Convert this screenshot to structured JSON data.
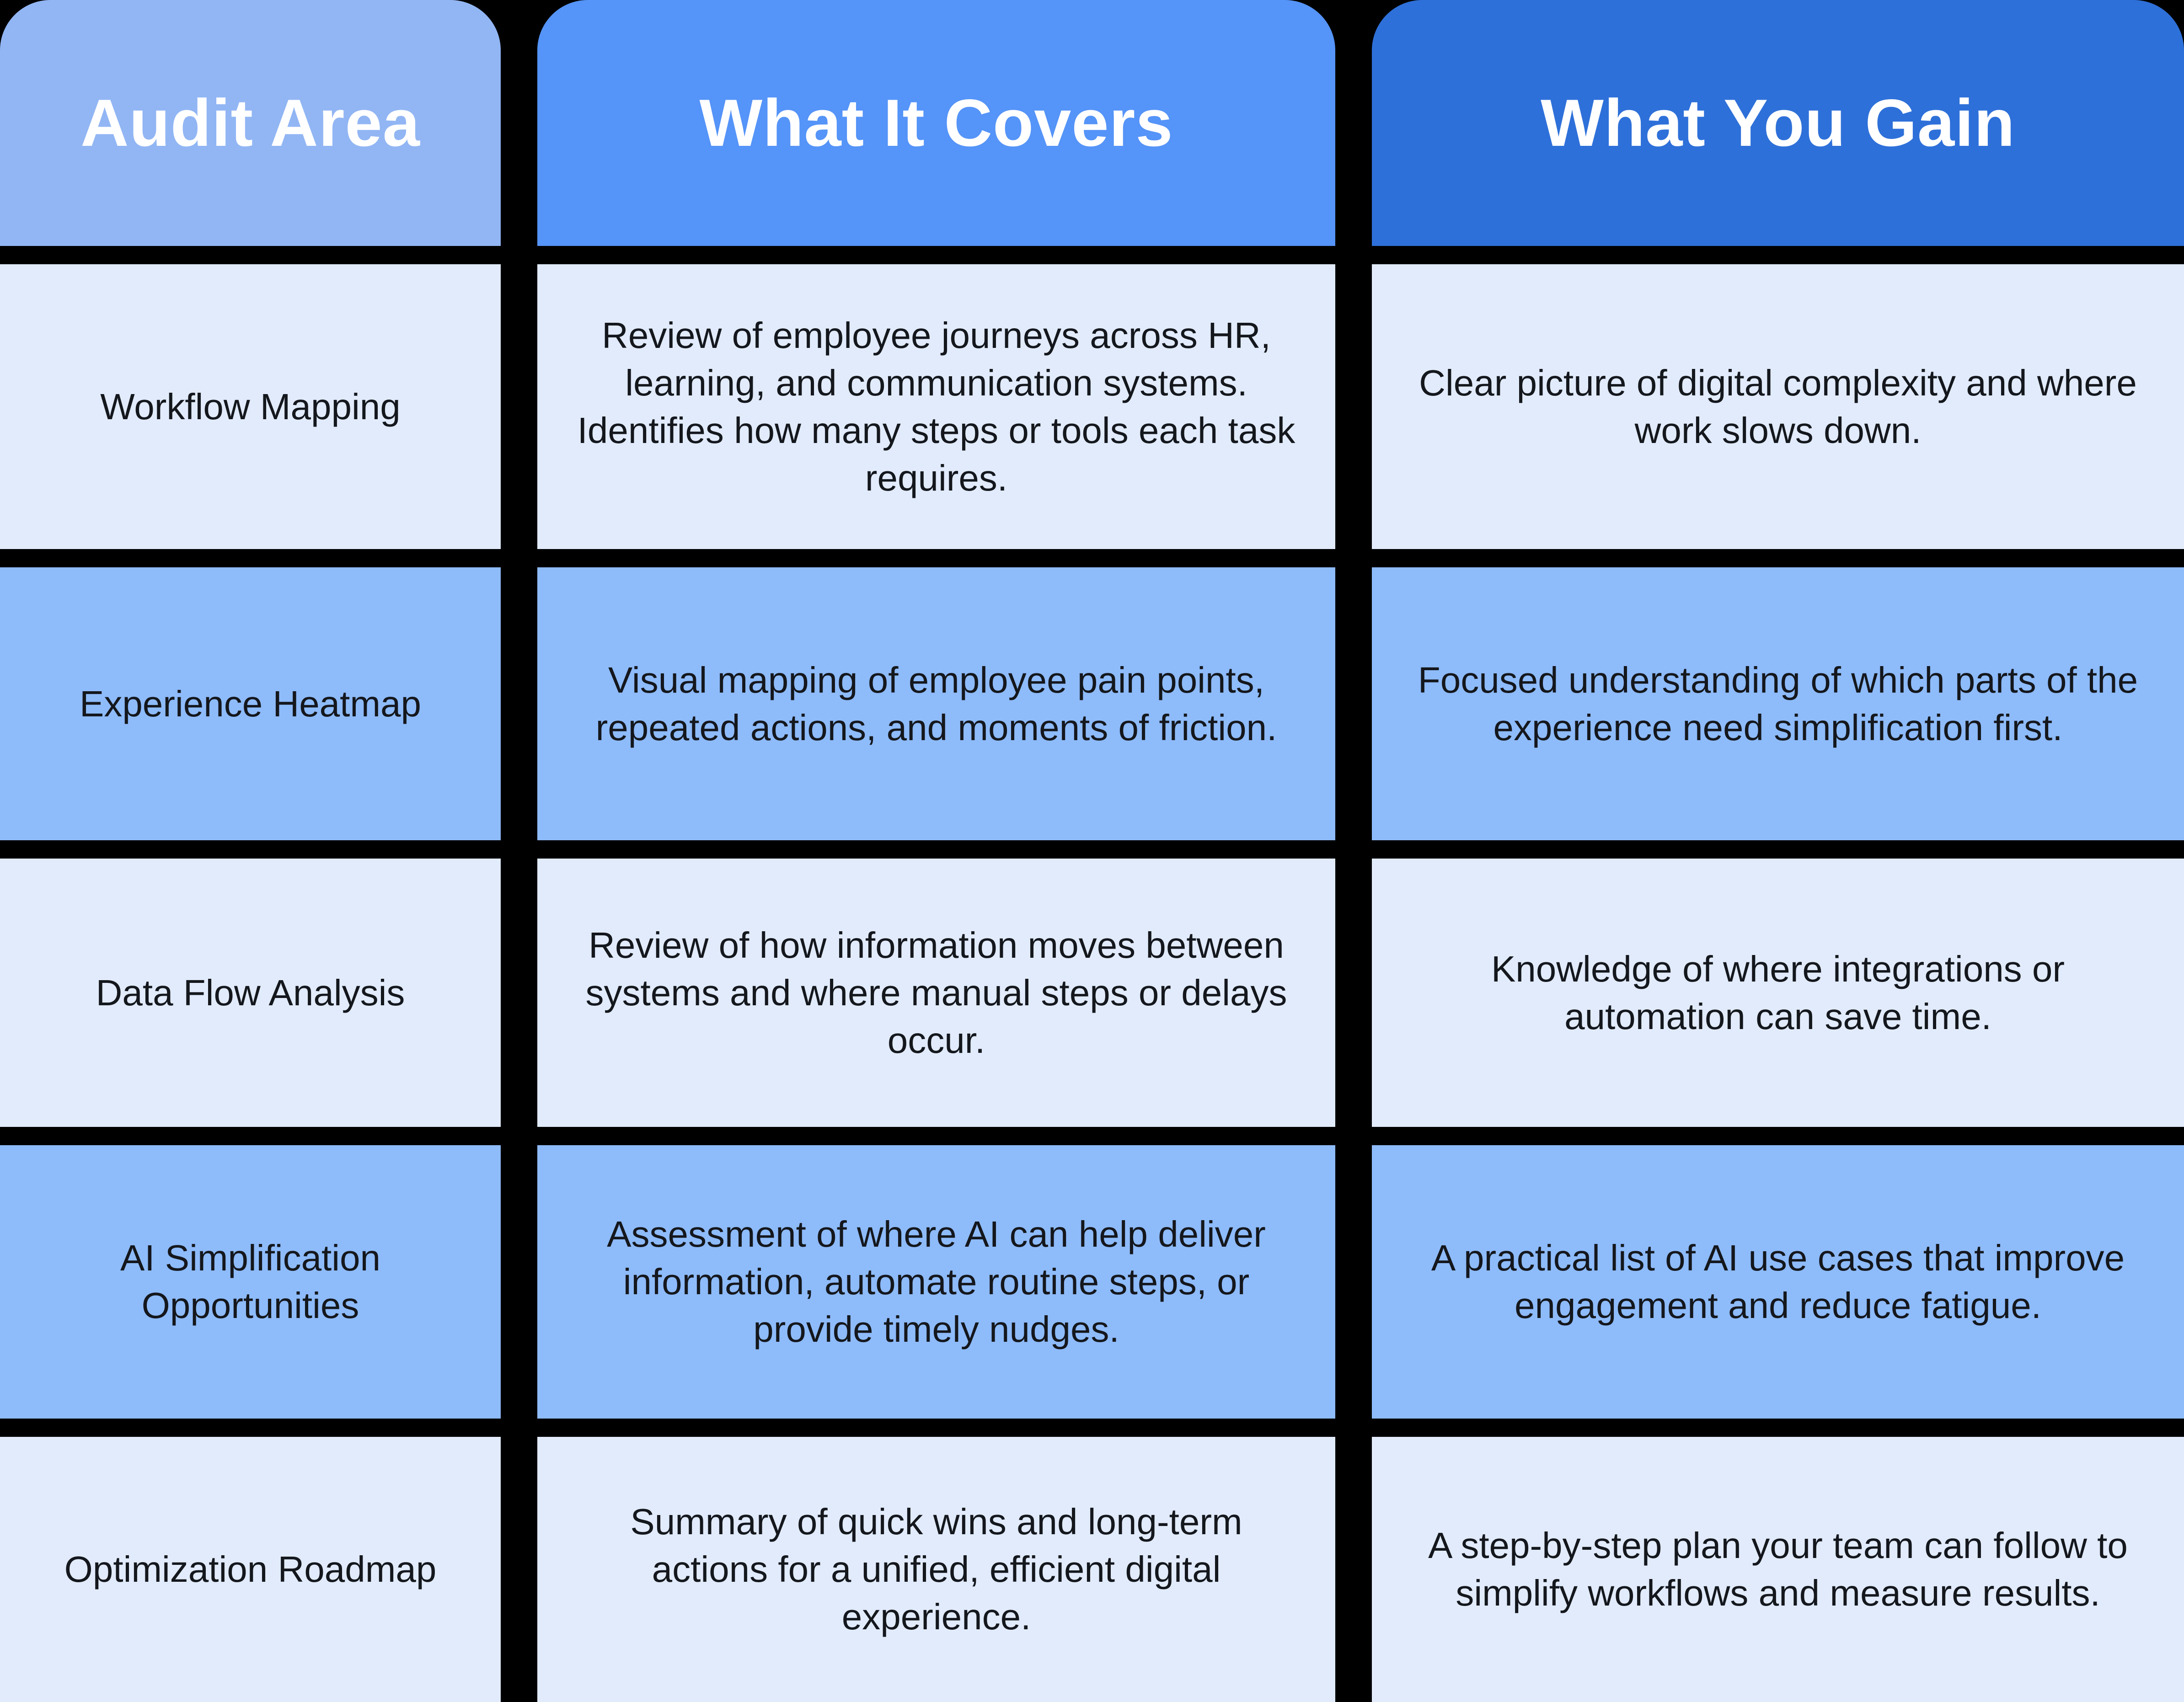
{
  "title": "Audit comparison table",
  "colors": {
    "background": "#000000",
    "header_audit_area": "#92b6f4",
    "header_what_it_covers": "#5594f8",
    "header_what_you_gain": "#2e70d9",
    "row_light": "#e1ebfc",
    "row_blue": "#8ebbfa",
    "header_text": "#ffffff",
    "body_text": "#14171c"
  },
  "table": {
    "columns": [
      {
        "label": "Audit Area"
      },
      {
        "label": "What It Covers"
      },
      {
        "label": "What You Gain"
      }
    ],
    "rows": [
      {
        "area": "Workflow Mapping",
        "covers": "Review of employee journeys across HR, learning, and communication systems. Identifies how many steps or tools each task requires.",
        "gain": "Clear picture of digital complexity and where work slows down."
      },
      {
        "area": "Experience Heatmap",
        "covers": "Visual mapping of employee pain points, repeated actions, and moments of friction.",
        "gain": "Focused understanding of which parts of the experience need simplification first."
      },
      {
        "area": "Data Flow Analysis",
        "covers": "Review of how information moves between systems and where manual steps or delays occur.",
        "gain": "Knowledge of where integrations or automation can save time."
      },
      {
        "area": "AI Simplification Opportunities",
        "covers": "Assessment of where AI can help deliver information, automate routine steps, or provide timely nudges.",
        "gain": "A practical list of AI use cases that improve engagement and reduce fatigue."
      },
      {
        "area": "Optimization Roadmap",
        "covers": "Summary of quick wins and long-term actions for a unified, efficient digital experience.",
        "gain": "A step-by-step plan your team can follow to simplify workflows and measure results."
      }
    ]
  },
  "chart_data": {
    "type": "table",
    "title": "",
    "columns": [
      "Audit Area",
      "What It Covers",
      "What You Gain"
    ],
    "rows": [
      [
        "Workflow Mapping",
        "Review of employee journeys across HR, learning, and communication systems. Identifies how many steps or tools each task requires.",
        "Clear picture of digital complexity and where work slows down."
      ],
      [
        "Experience Heatmap",
        "Visual mapping of employee pain points, repeated actions, and moments of friction.",
        "Focused understanding of which parts of the experience need simplification first."
      ],
      [
        "Data Flow Analysis",
        "Review of how information moves between systems and where manual steps or delays occur.",
        "Knowledge of where integrations or automation can save time."
      ],
      [
        "AI Simplification Opportunities",
        "Assessment of where AI can help deliver information, automate routine steps, or provide timely nudges.",
        "A practical list of AI use cases that improve engagement and reduce fatigue."
      ],
      [
        "Optimization Roadmap",
        "Summary of quick wins and long-term actions for a unified, efficient digital experience.",
        "A step-by-step plan your team can follow to simplify workflows and measure results."
      ]
    ],
    "layout": "3-column comparison table, alternating light/blue rows, black gutter background, rounded header cards"
  }
}
